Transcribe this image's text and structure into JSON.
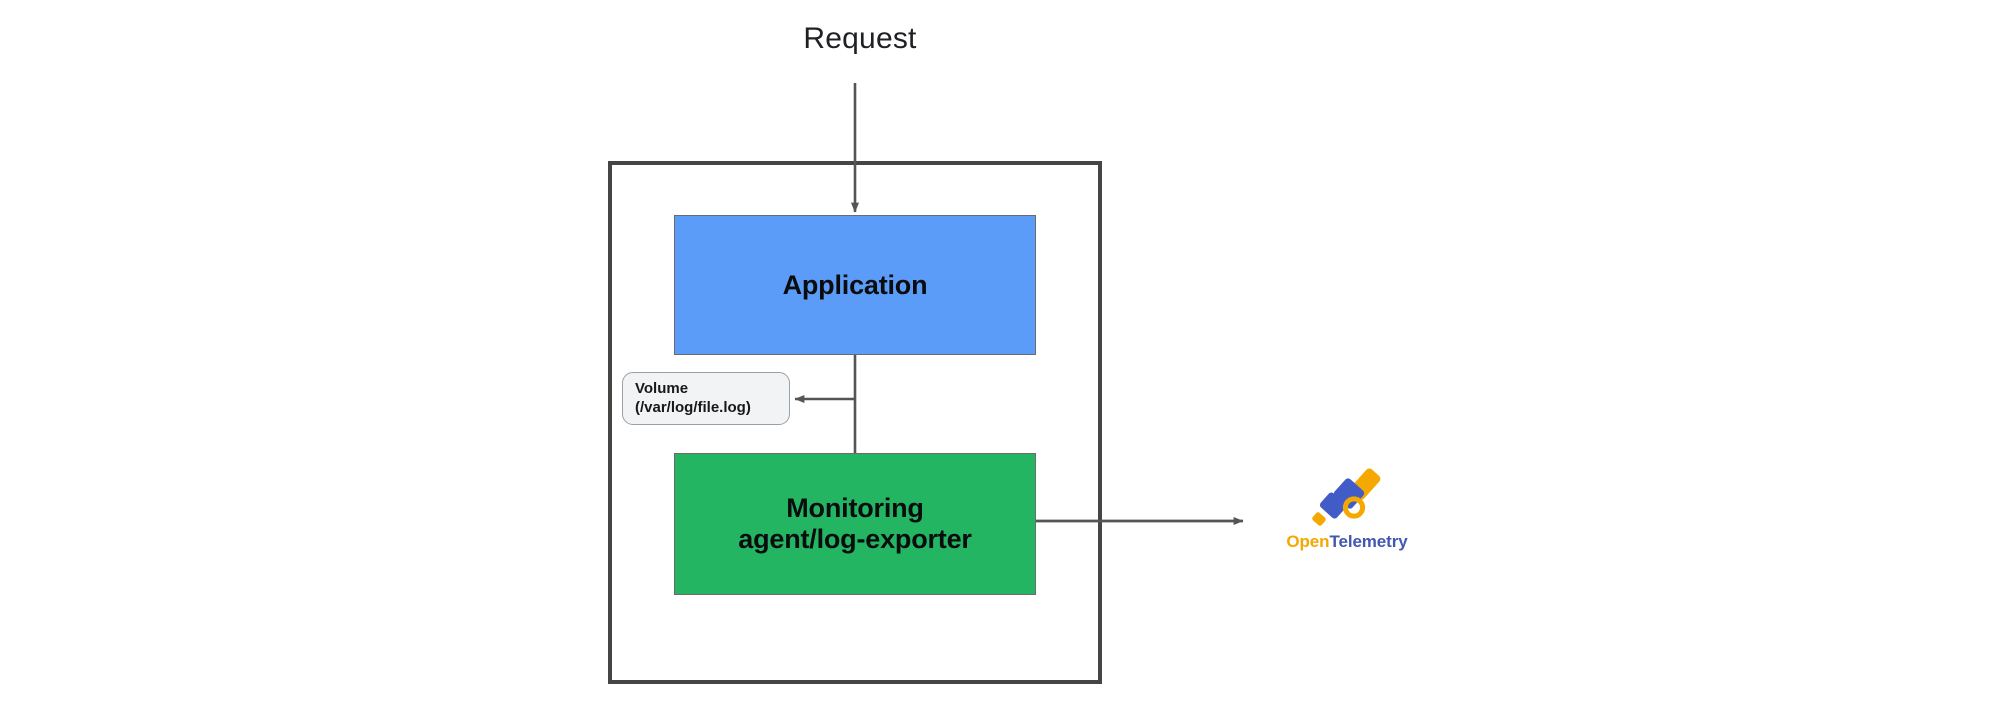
{
  "diagram": {
    "title_label": "Request",
    "container": {
      "name": "pod-boundary",
      "border_color": "#454545",
      "fill": "#ffffff"
    },
    "nodes": [
      {
        "id": "application",
        "label": "Application",
        "fill": "#5b9cf8",
        "border": "#6b6b6b",
        "text_color": "#0b0c0e"
      },
      {
        "id": "monitoring-agent",
        "label_line1": "Monitoring",
        "label_line2": "agent/log-exporter",
        "fill": "#24b563",
        "border": "#6b6b6b",
        "text_color": "#0b0c0e"
      },
      {
        "id": "volume",
        "label_line1": "Volume",
        "label_line2": "(/var/log/file.log)",
        "fill": "#f1f3f4",
        "border": "#9aa0a6",
        "text_color": "#17181a"
      }
    ],
    "connectors": [
      {
        "id": "request-to-application",
        "from": "Request",
        "to": "Application",
        "direction": "down",
        "color": "#555555"
      },
      {
        "id": "application-to-volume",
        "from": "Application",
        "to": "Volume",
        "direction": "left",
        "color": "#555555"
      },
      {
        "id": "application-to-monitoring",
        "from": "Application",
        "to": "Monitoring agent/log-exporter",
        "direction": "down",
        "color": "#555555"
      },
      {
        "id": "monitoring-to-opentelemetry",
        "from": "Monitoring agent/log-exporter",
        "to": "OpenTelemetry",
        "direction": "right",
        "color": "#555555"
      }
    ],
    "logo": {
      "icon_name": "telescope-icon",
      "word_open": "Open",
      "word_telemetry": "Telemetry",
      "color_orange": "#f5a800",
      "color_blue": "#4257b2"
    }
  }
}
